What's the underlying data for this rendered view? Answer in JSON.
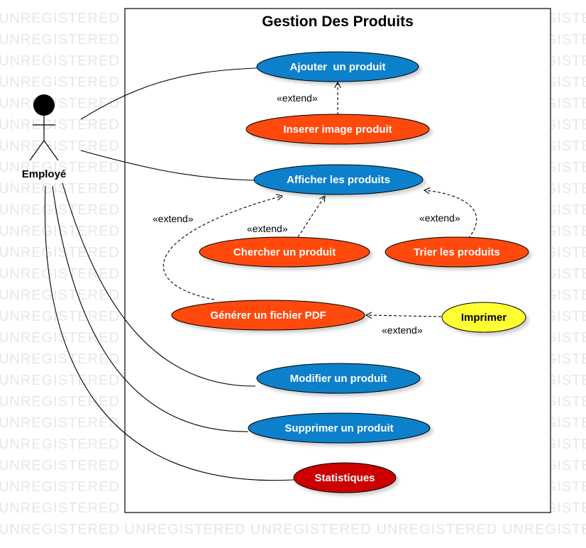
{
  "watermark": {
    "text": "UNREGISTERED UNREGISTERED UNREGISTERED UNREGISTERED UNREGISTERED"
  },
  "system": {
    "title": "Gestion Des Produits"
  },
  "actor": {
    "name": "Employé"
  },
  "colors": {
    "blue": "#0a80cc",
    "orange_red": "#ff4a0a",
    "dark_red": "#cc0000",
    "yellow": "#ffff33"
  },
  "use_cases": {
    "ajouter": "Ajouter  un produit",
    "inserer": "Inserer image produit",
    "afficher": "Afficher les produits",
    "chercher": "Chercher un produit",
    "trier": "Trier les produits",
    "generer": "Générer un fichier PDF",
    "imprimer": "Imprimer",
    "modifier": "Modifier un produit",
    "supprimer": "Supprimer un produit",
    "statistiques": "Statistiques"
  },
  "relations": {
    "extend_label": "«extend»"
  }
}
